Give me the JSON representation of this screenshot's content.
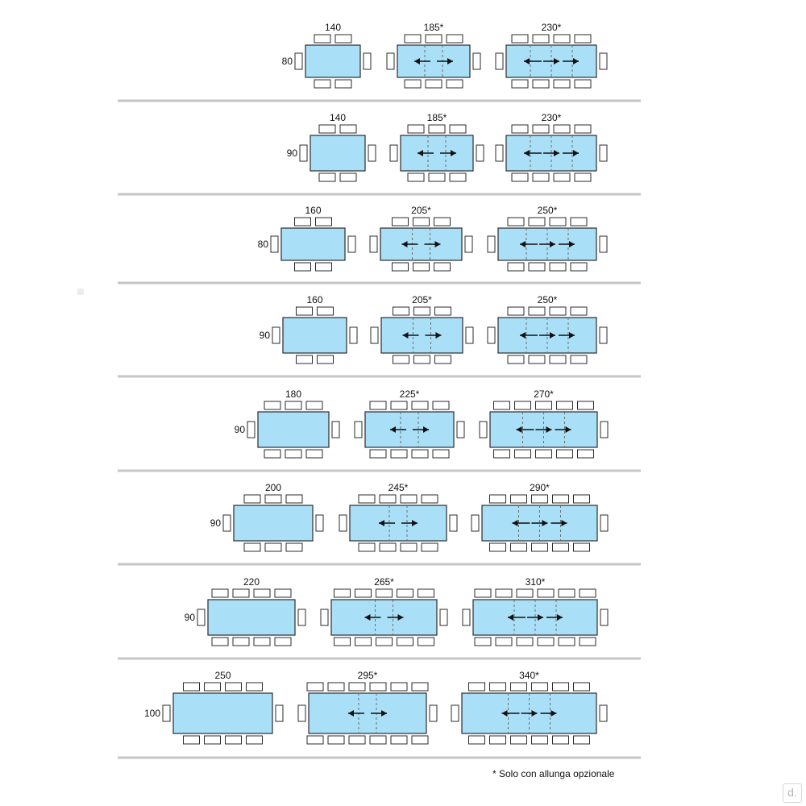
{
  "rows": [
    {
      "depth": "80",
      "tables": [
        {
          "label": "140",
          "extension_leaves": 0,
          "seats_per_side": 2
        },
        {
          "label": "185*",
          "extension_leaves": 1,
          "seats_per_side": 3
        },
        {
          "label": "230*",
          "extension_leaves": 2,
          "seats_per_side": 4
        }
      ]
    },
    {
      "depth": "90",
      "tables": [
        {
          "label": "140",
          "extension_leaves": 0,
          "seats_per_side": 2
        },
        {
          "label": "185*",
          "extension_leaves": 1,
          "seats_per_side": 3
        },
        {
          "label": "230*",
          "extension_leaves": 2,
          "seats_per_side": 4
        }
      ]
    },
    {
      "depth": "80",
      "tables": [
        {
          "label": "160",
          "extension_leaves": 0,
          "seats_per_side": 2
        },
        {
          "label": "205*",
          "extension_leaves": 1,
          "seats_per_side": 3
        },
        {
          "label": "250*",
          "extension_leaves": 2,
          "seats_per_side": 4
        }
      ]
    },
    {
      "depth": "90",
      "tables": [
        {
          "label": "160",
          "extension_leaves": 0,
          "seats_per_side": 2
        },
        {
          "label": "205*",
          "extension_leaves": 1,
          "seats_per_side": 3
        },
        {
          "label": "250*",
          "extension_leaves": 2,
          "seats_per_side": 4
        }
      ]
    },
    {
      "depth": "90",
      "tables": [
        {
          "label": "180",
          "extension_leaves": 0,
          "seats_per_side": 3
        },
        {
          "label": "225*",
          "extension_leaves": 1,
          "seats_per_side": 4
        },
        {
          "label": "270*",
          "extension_leaves": 2,
          "seats_per_side": 5
        }
      ]
    },
    {
      "depth": "90",
      "tables": [
        {
          "label": "200",
          "extension_leaves": 0,
          "seats_per_side": 3
        },
        {
          "label": "245*",
          "extension_leaves": 1,
          "seats_per_side": 4
        },
        {
          "label": "290*",
          "extension_leaves": 2,
          "seats_per_side": 5
        }
      ]
    },
    {
      "depth": "90",
      "tables": [
        {
          "label": "220",
          "extension_leaves": 0,
          "seats_per_side": 4
        },
        {
          "label": "265*",
          "extension_leaves": 1,
          "seats_per_side": 5
        },
        {
          "label": "310*",
          "extension_leaves": 2,
          "seats_per_side": 6
        }
      ]
    },
    {
      "depth": "100",
      "tables": [
        {
          "label": "250",
          "extension_leaves": 0,
          "seats_per_side": 4
        },
        {
          "label": "295*",
          "extension_leaves": 1,
          "seats_per_side": 6
        },
        {
          "label": "340*",
          "extension_leaves": 2,
          "seats_per_side": 6
        }
      ]
    }
  ],
  "footnote": "* Solo con allunga opzionale",
  "logo_text": "d.",
  "colors": {
    "table_fill": "#aadff8",
    "outline": "#2b2b2b",
    "divider": "#c6c6c6",
    "arrow": "#111111",
    "leaf_line": "#6b6b6b"
  }
}
